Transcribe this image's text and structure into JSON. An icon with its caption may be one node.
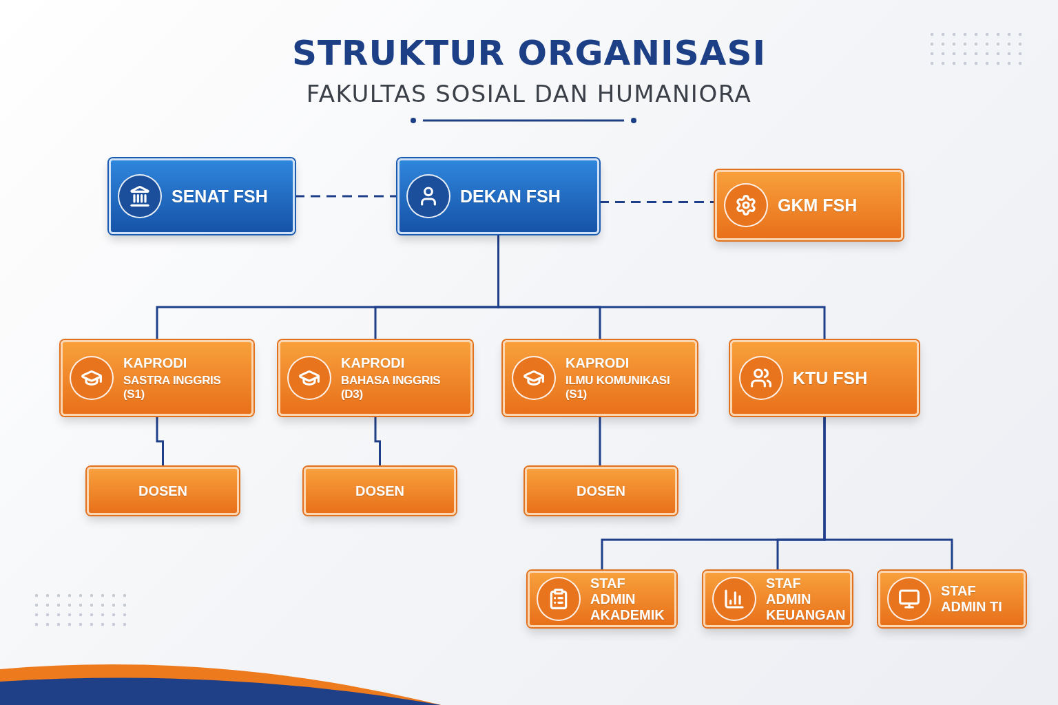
{
  "diagram": {
    "title": "STRUKTUR ORGANISASI",
    "nodes": [
      {
        "text": [
          "SENAT FSH"
        ]
      },
      {
        "text": [
          "DEKAN FSH"
        ]
      },
      {
        "text": [
          "GKM FSH"
        ]
      },
      {
        "text": [
          "KAPRODI",
          "SASTRA INGGRIS (S1)"
        ]
      },
      {
        "text": [
          "KAPRODI",
          "BAHASA INGGRIS (D3)"
        ]
      },
      {
        "text": [
          "KAPRODI",
          "ILMU KOMUNIKASI (S1)"
        ]
      },
      {
        "text": [
          "KTU FSH"
        ]
      },
      {
        "text": [
          "DOSEN"
        ]
      },
      {
        "text": [
          "DOSEN"
        ]
      },
      {
        "text": [
          "DOSEN"
        ]
      },
      {
        "text": [
          "STAF ADMIN AKADEMIK"
        ]
      },
      {
        "text": [
          "STAF ADMIN KEUANGAN"
        ]
      },
      {
        "text": [
          "STAF ADMIN TI"
        ]
      }
    ],
    "edges": [
      {
        "from": 0,
        "to": 1,
        "arrow": "none",
        "style": "dashed"
      },
      {
        "from": 1,
        "to": 2,
        "arrow": "none",
        "style": "dashed"
      },
      {
        "from": 1,
        "to": 3,
        "arrow": "none"
      },
      {
        "from": 1,
        "to": 4,
        "arrow": "none"
      },
      {
        "from": 1,
        "to": 5,
        "arrow": "none"
      },
      {
        "from": 1,
        "to": 6,
        "arrow": "none"
      },
      {
        "from": 3,
        "to": 7,
        "arrow": "none"
      },
      {
        "from": 4,
        "to": 8,
        "arrow": "none"
      },
      {
        "from": 5,
        "to": 9,
        "arrow": "none"
      },
      {
        "from": 6,
        "to": 10,
        "arrow": "none"
      },
      {
        "from": 6,
        "to": 11,
        "arrow": "none"
      },
      {
        "from": 6,
        "to": 12,
        "arrow": "none"
      }
    ],
    "labels": [
      "FAKULTAS SOSIAL DAN HUMANIORA"
    ]
  }
}
